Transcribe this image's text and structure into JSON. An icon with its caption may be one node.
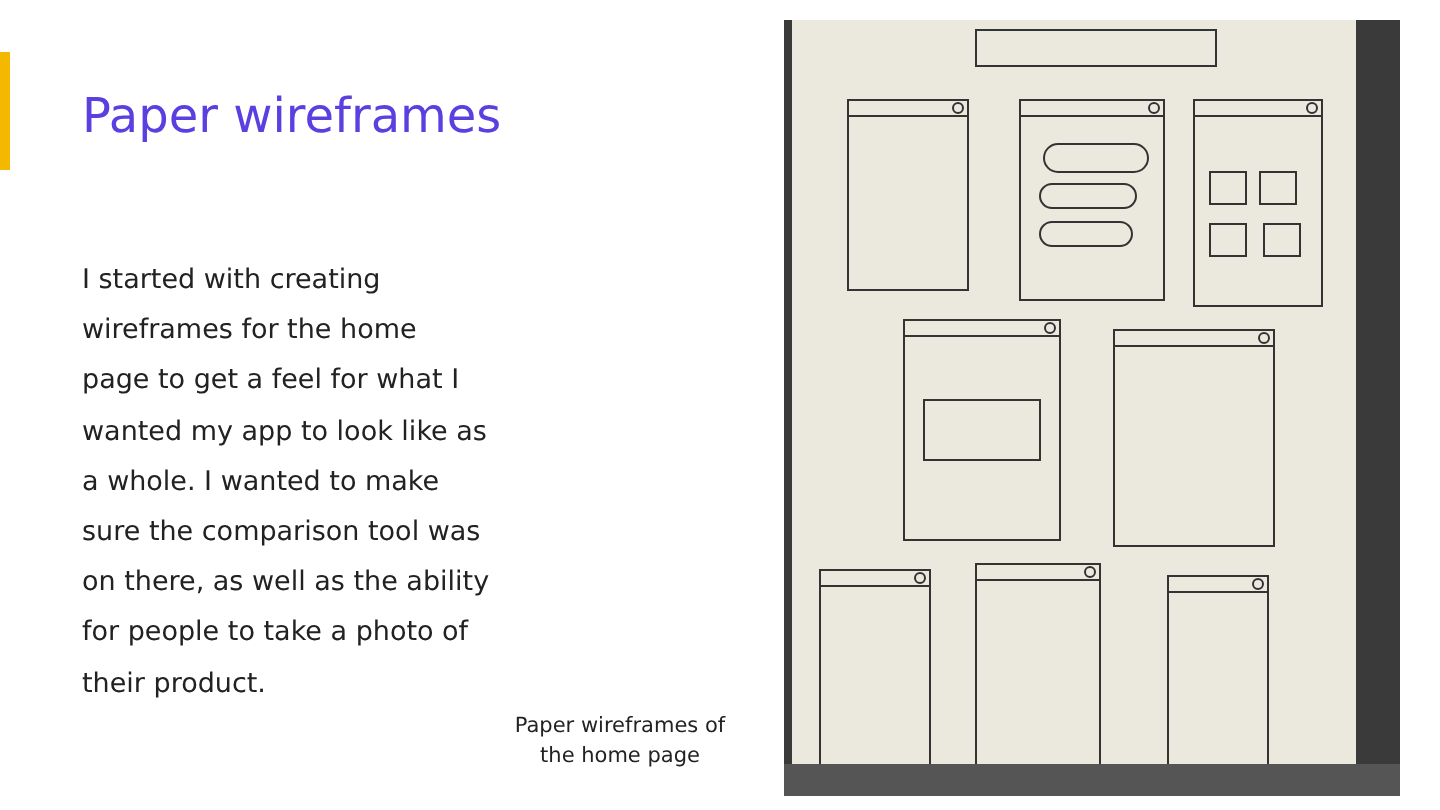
{
  "diagram": {
    "title": "Paper wireframes",
    "caption": "Paper wireframes of the home page",
    "nodes": [
      {
        "text": [],
        "shape": "picture"
      }
    ],
    "labels": [
      "I started with creating wireframes for the home page to get a feel for what I wanted my app to look like as a whole. I wanted to make sure the comparison tool was on there, as well as the ability for people to take a photo of their product."
    ]
  }
}
